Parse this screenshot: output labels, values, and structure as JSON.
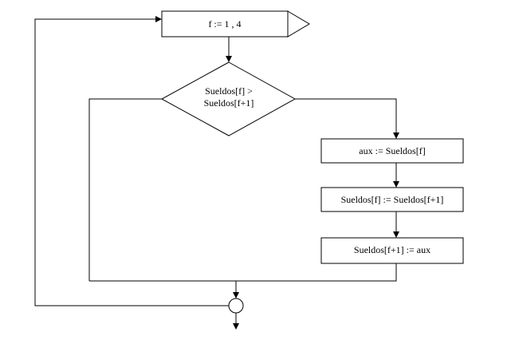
{
  "flowchart": {
    "loop": {
      "text": "f := 1 , 4"
    },
    "condition": {
      "line1": "Sueldos[f] >",
      "line2": "Sueldos[f+1]"
    },
    "step1": {
      "text": "aux := Sueldos[f]"
    },
    "step2": {
      "text": "Sueldos[f] := Sueldos[f+1]"
    },
    "step3": {
      "text": "Sueldos[f+1] := aux"
    }
  }
}
